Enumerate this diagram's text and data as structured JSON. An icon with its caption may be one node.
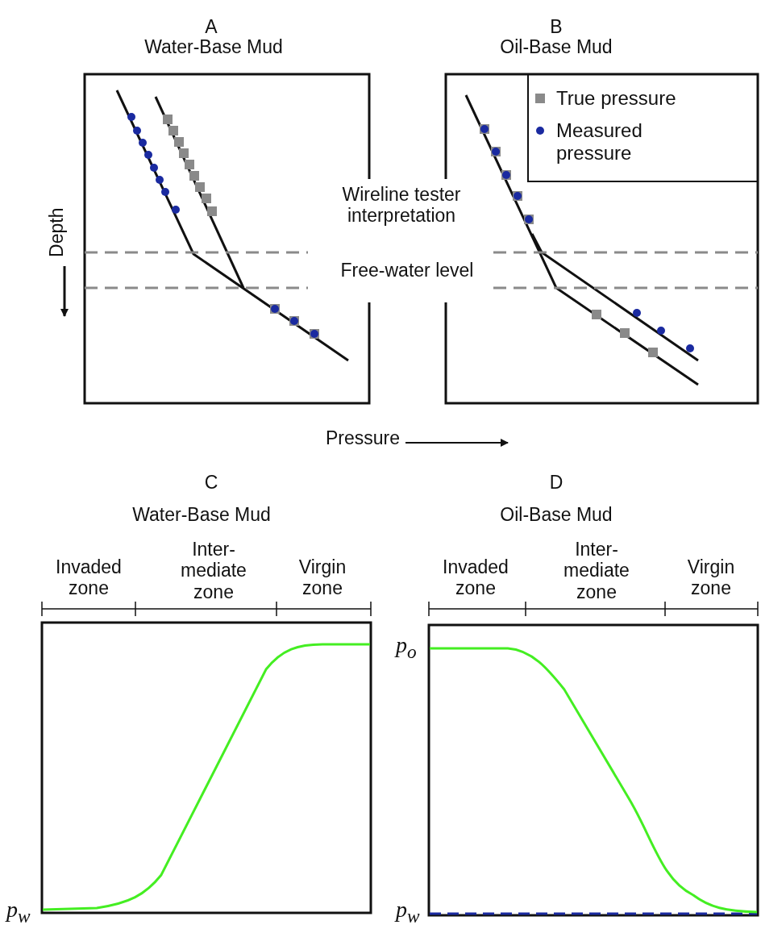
{
  "diagram": {
    "labels": [
      "A",
      "Water-Base Mud",
      "B",
      "Oil-Base Mud",
      "Depth",
      "Wireline tester interpretation",
      "Free-water level",
      "Pressure",
      "C",
      "Water-Base Mud",
      "D",
      "Oil-Base Mud",
      "Invaded zone",
      "Inter- mediate zone",
      "Virgin zone",
      "p$_{w}$",
      "Invaded zone",
      "Inter- mediate zone",
      "Virgin zone",
      "p$_{o}$",
      "p$_{w}$"
    ],
    "legend": [
      {
        "text": "True pressure"
      },
      {
        "text": "Measured pressure"
      }
    ]
  }
}
